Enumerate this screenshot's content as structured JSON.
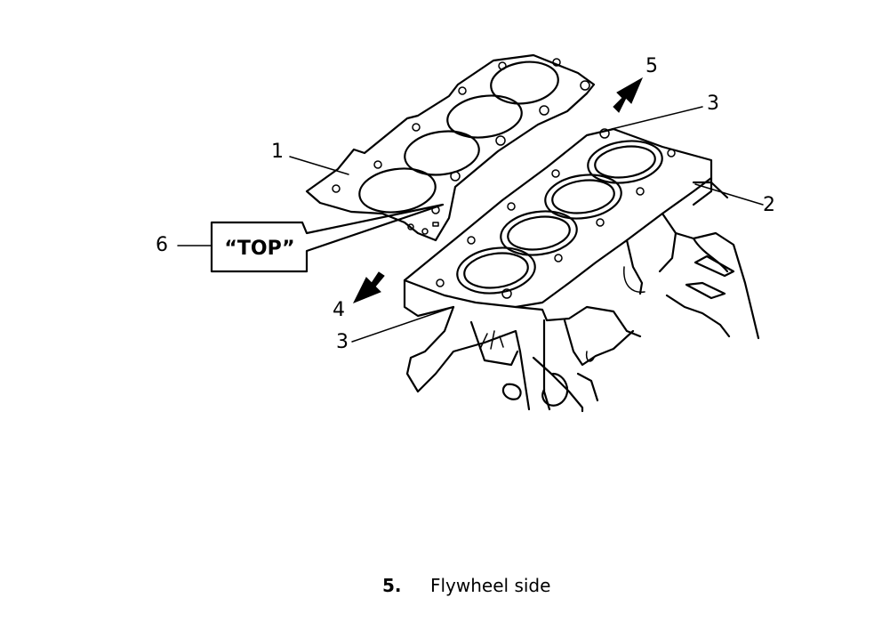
{
  "diagram": {
    "callouts": {
      "c1": "1",
      "c2": "2",
      "c3_top": "3",
      "c3_bottom": "3",
      "c4": "4",
      "c5": "5",
      "c6": "6"
    },
    "top_tag": "“TOP”"
  },
  "caption": {
    "number": "5.",
    "text": "Flywheel side"
  }
}
